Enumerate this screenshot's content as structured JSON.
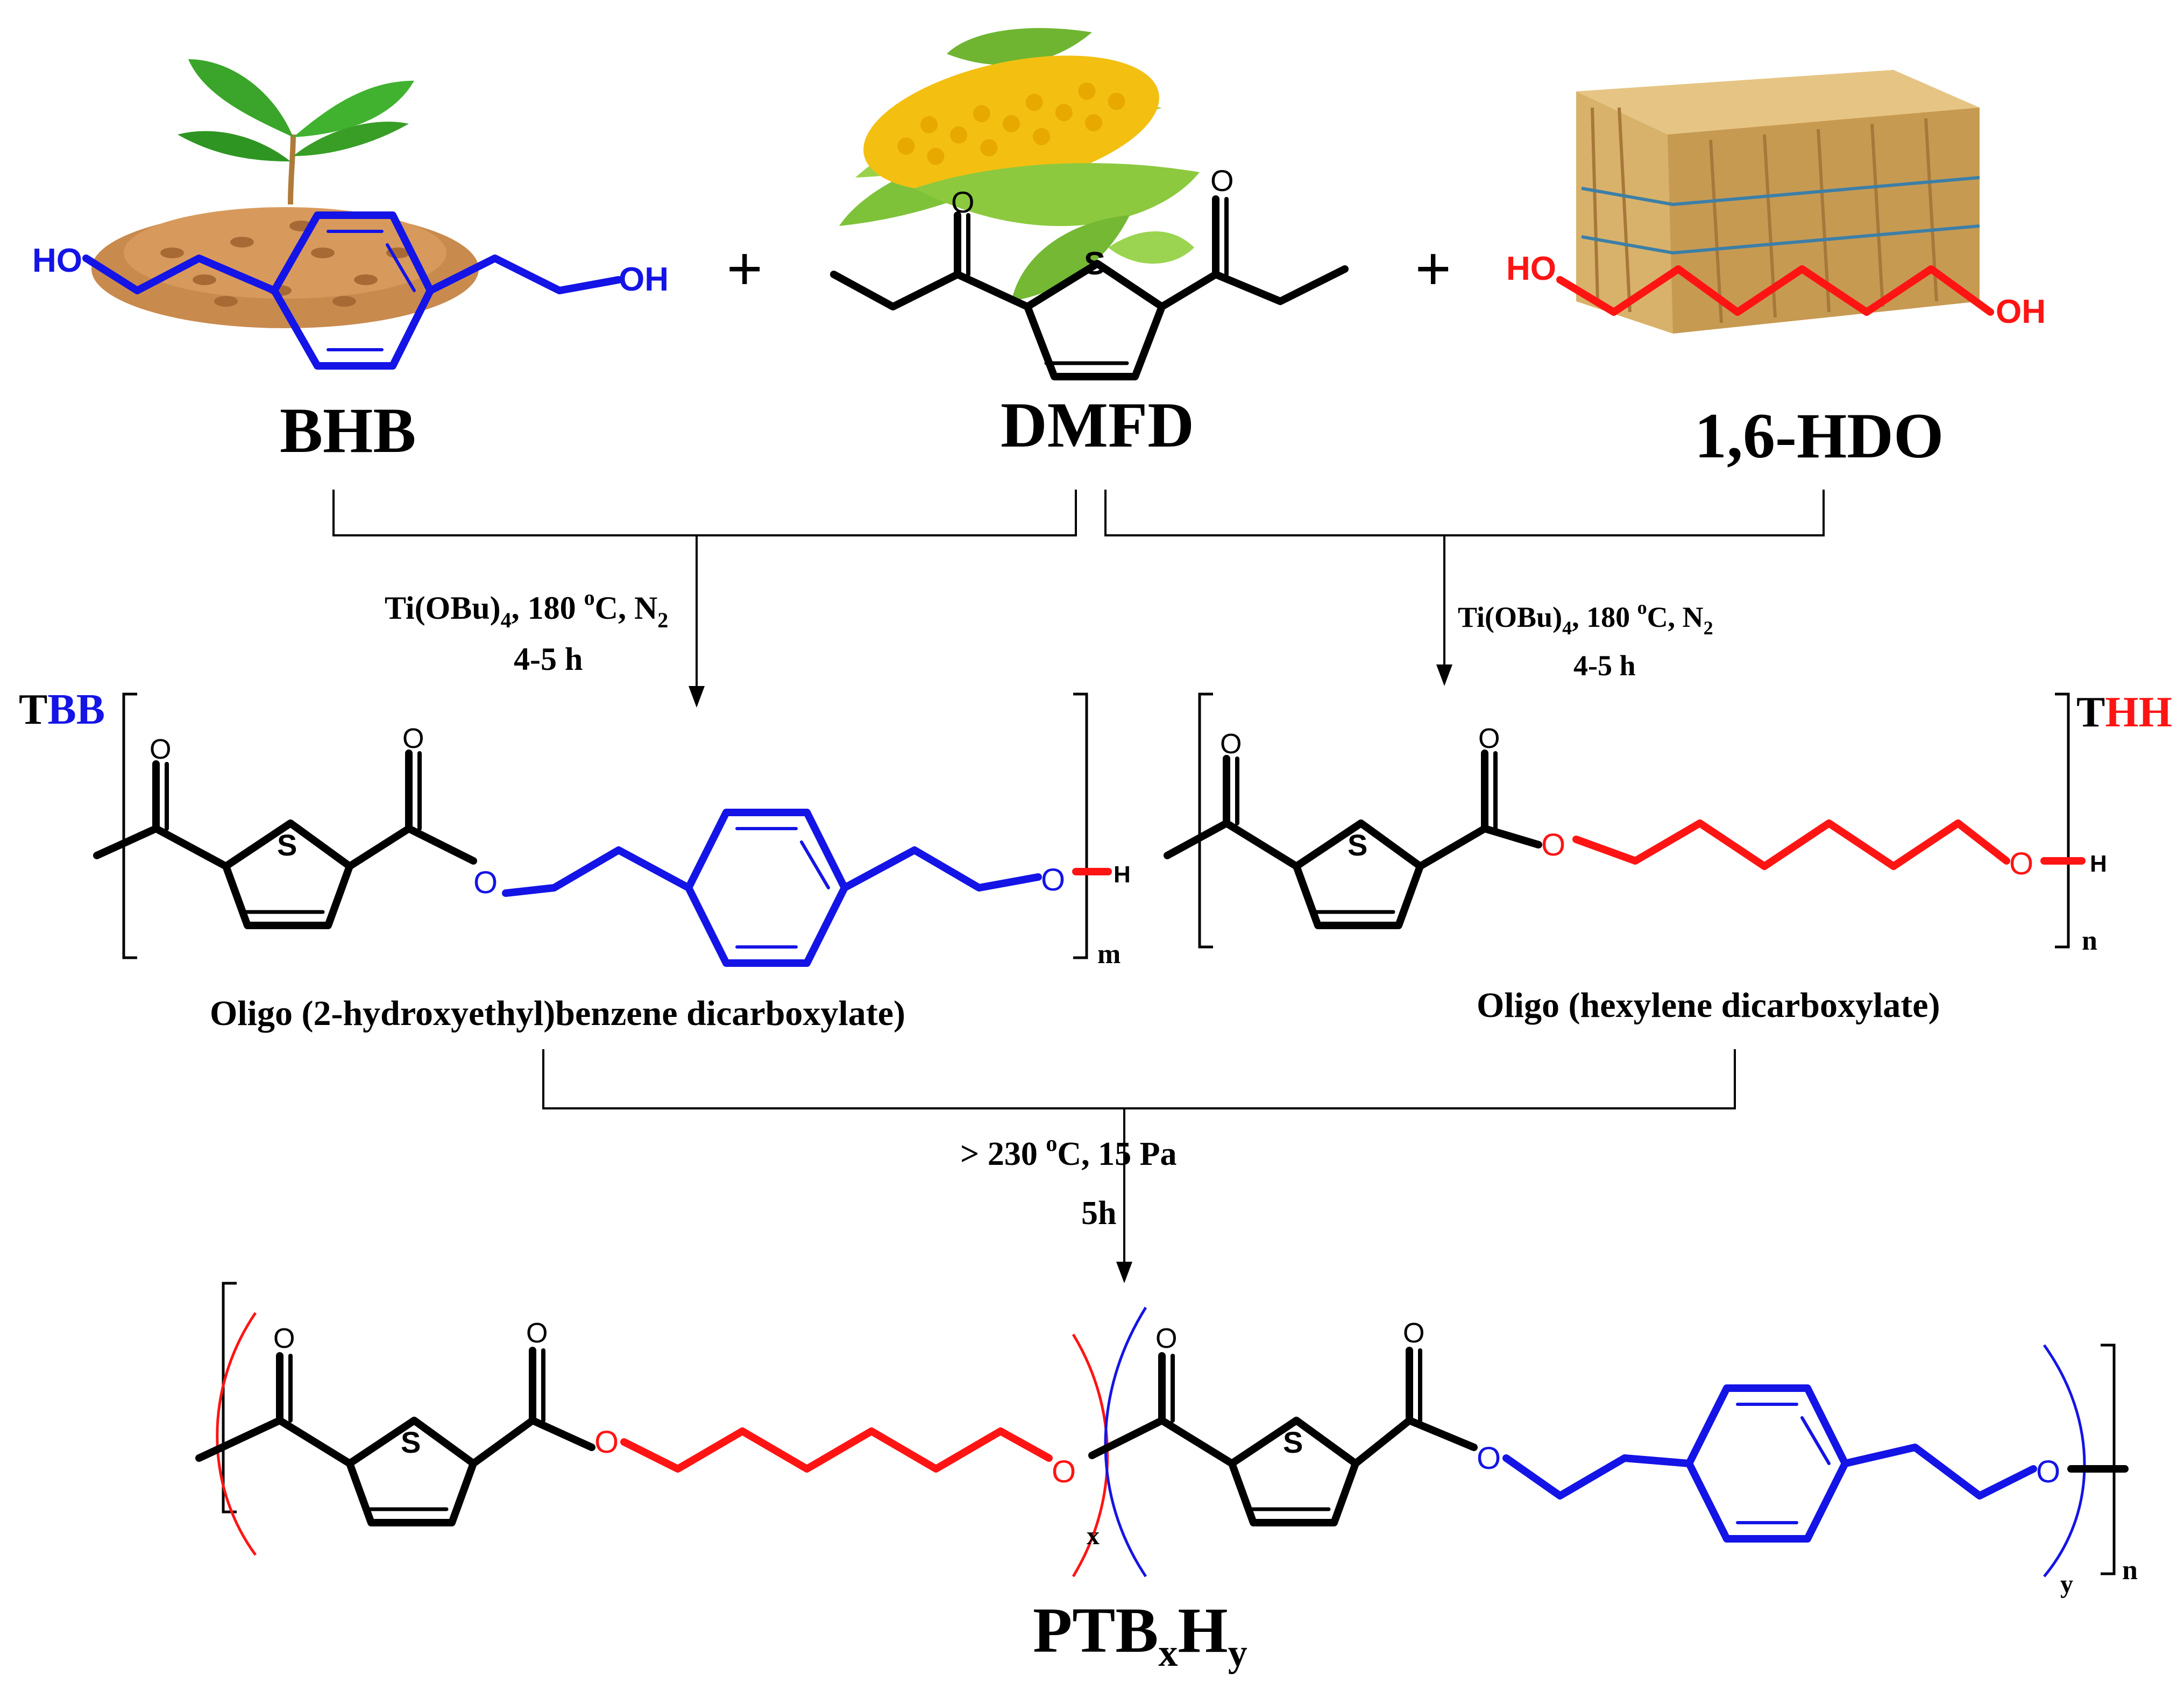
{
  "colors": {
    "blue": "#1414e6",
    "red": "#ff1414",
    "black": "#000000"
  },
  "icons": [
    "plant-sprout-icon",
    "corn-cob-icon",
    "straw-bale-icon"
  ],
  "reactants": {
    "bhb": {
      "name": "BHB",
      "oh_left": "HO",
      "oh_right": "OH"
    },
    "dmfd": {
      "name": "DMFD",
      "s": "S",
      "o1": "O",
      "o2": "O"
    },
    "hdo": {
      "name": "1,6-HDO",
      "oh_left": "HO",
      "oh_right": "OH"
    },
    "plus": "+"
  },
  "step1": {
    "left": {
      "cat": "Ti(OBu)",
      "sub4": "4",
      "temp": ", 180 ",
      "deg": "o",
      "unit": "C, N",
      "sub2": "2",
      "time": "4-5 h"
    },
    "right": {
      "cat": "Ti(OBu)",
      "sub4": "4",
      "temp": ", 180 ",
      "deg": "o",
      "unit": "C, N",
      "sub2": "2",
      "time": "4-5 h"
    }
  },
  "oligomers": {
    "tbb": {
      "label_t": "T",
      "label_rest": "BB",
      "s": "S",
      "o": "O",
      "h": "H",
      "repeat": "m",
      "name": "Oligo (2-hydroxyethyl)benzene dicarboxylate)"
    },
    "thh": {
      "label_t": "T",
      "label_rest": "HH",
      "s": "S",
      "o": "O",
      "h": "H",
      "repeat": "n",
      "name": "Oligo (hexylene dicarboxylate)"
    }
  },
  "step2": {
    "cond": "> 230 ",
    "deg": "o",
    "cond_rest": "C, 15 Pa",
    "time": "5h"
  },
  "product": {
    "name_main": "PTB",
    "sub_x": "x",
    "name_h": "H",
    "sub_y": "y",
    "s": "S",
    "o": "O",
    "x": "x",
    "y": "y",
    "n": "n"
  }
}
